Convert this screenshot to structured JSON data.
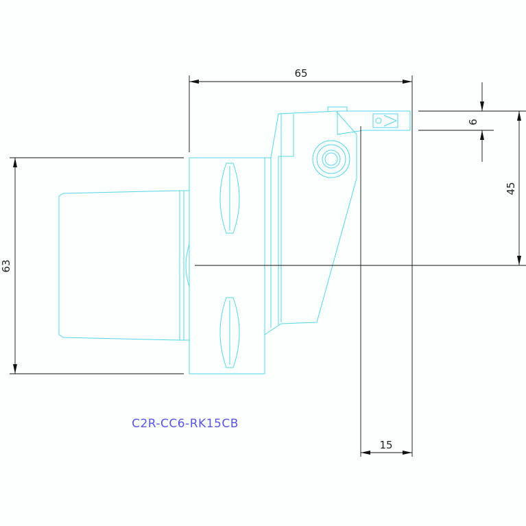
{
  "drawing": {
    "part_code": "C2R-CC6-RK15CB",
    "dimensions": {
      "overall_length": "65",
      "flange_height": "63",
      "insert_width": "6",
      "center_height": "45",
      "tip_offset": "15"
    },
    "colors": {
      "outline": "#53d6e6",
      "dimension": "#111111",
      "label": "#5a55e6"
    }
  }
}
